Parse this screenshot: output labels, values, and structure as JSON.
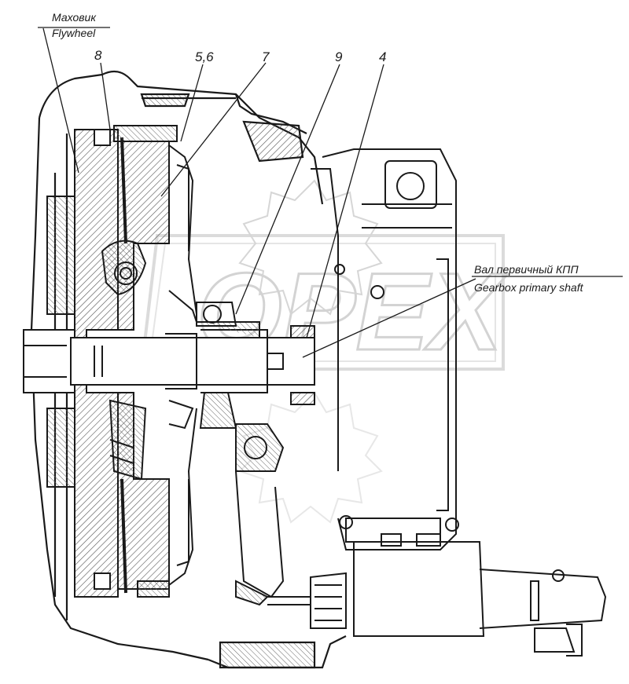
{
  "labels": {
    "flywheel_ru": "Маховик",
    "flywheel_en": "Flywheel",
    "callout_8": "8",
    "callout_56": "5,6",
    "callout_7": "7",
    "callout_9": "9",
    "callout_4": "4",
    "shaft_ru": "Вал первичный КПП",
    "shaft_en": "Gearbox primary shaft"
  },
  "watermark": "OPEX",
  "colors": {
    "line": "#1a1a1a",
    "hatch": "#555555",
    "watermark": "#bdbdbd"
  }
}
